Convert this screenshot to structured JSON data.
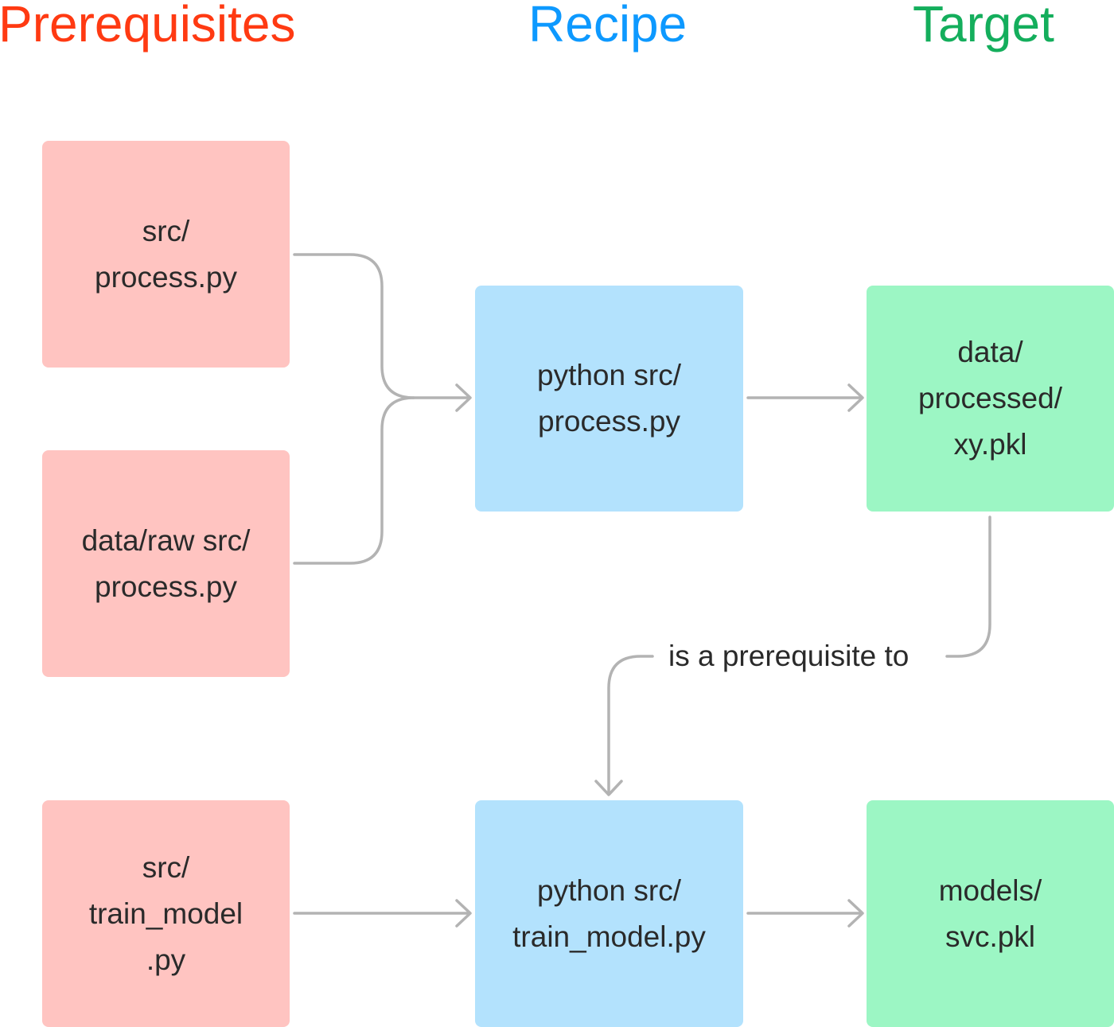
{
  "colors": {
    "prereq_heading": "#ff3a12",
    "recipe_heading": "#0d99ff",
    "target_heading": "#14ae5c",
    "prereq_fill": "#ffc4c1",
    "recipe_fill": "#b3e2fd",
    "target_fill": "#9cf6c4",
    "connector": "#b3b3b3",
    "text": "#2a2a2a"
  },
  "headings": {
    "prerequisites": "Prerequisites",
    "recipe": "Recipe",
    "target": "Target"
  },
  "nodes": {
    "prereq_1": {
      "line1": "src/",
      "line2": "process.py"
    },
    "prereq_2": {
      "line1": "data/raw src/",
      "line2": "process.py"
    },
    "prereq_3": {
      "line1": "src/",
      "line2": "train_model",
      "line3": ".py"
    },
    "recipe_1": {
      "line1": "python src/",
      "line2": "process.py"
    },
    "recipe_2": {
      "line1": "python src/",
      "line2": "train_model.py"
    },
    "target_1": {
      "line1": "data/",
      "line2": "processed/",
      "line3": "xy.pkl"
    },
    "target_2": {
      "line1": "models/",
      "line2": "svc.pkl"
    }
  },
  "edge_label": "is a prerequisite to"
}
